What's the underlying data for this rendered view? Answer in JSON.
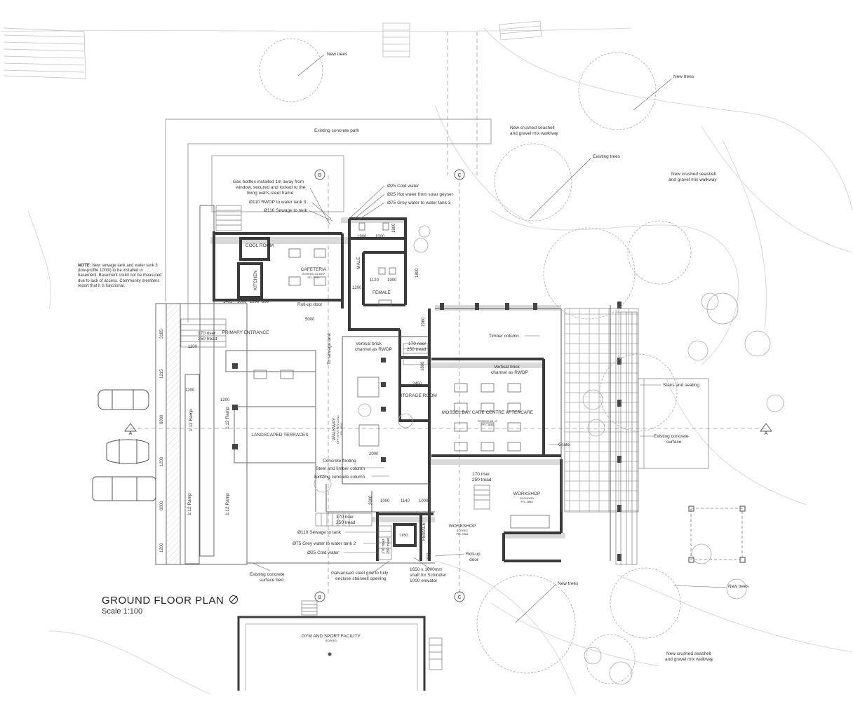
{
  "title": "GROUND FLOOR PLAN",
  "scale": "Scale 1:100",
  "note": {
    "label": "NOTE:",
    "text": "New sewage tank and water tank 3 (low-profile 1000l) to be installed in basement. Basement could not be measured due to lack of access. Community members report that it is functional."
  },
  "rooms": {
    "cafeteria": "CAFETERIA",
    "cafeteria_sub": "SCREED 44.35m²",
    "cafeteria_ffl": "FFL 3553",
    "cool_room": "COOL ROOM",
    "kitchen": "KITCHEN",
    "male": "MALE",
    "female": "FEMALE",
    "female_lower": "FEMALE",
    "primary_entrance": "PRIMARY ENTRANCE",
    "landscaped_terraces": "LANDSCAPED TERRACES",
    "walkway": "WALKWAY",
    "walkway_sub": "OFF-SHUTTER CONC.",
    "walkway_ffl": "FFL 3818",
    "storage_room": "STORAGE ROOM",
    "aftercare": "MOSSEL BAY CARE CENTRE AFTERCARE",
    "aftercare_sub": "SCREED 68 m²",
    "aftercare_ffl": "FFL 3838",
    "workshop_upper": "WORKSHOP",
    "workshop_upper_sub": "PLYWOOD",
    "workshop_upper_ffl": "FFL 3888",
    "workshop_lower": "WORKSHOP",
    "workshop_lower_sub": "SCREED",
    "workshop_lower_ffl": "FFL 2563",
    "gym": "GYM AND SPORT FACILITY",
    "gym_sub": "SCREED"
  },
  "labels": {
    "new_trees_1": "New trees",
    "new_trees_2": "New trees",
    "new_trees_3": "New trees",
    "new_trees_4": "New trees",
    "existing_path": "Existing concrete path",
    "shell_walk_1a": "New crushed seashell",
    "shell_walk_1b": "and gravel mix walkway",
    "shell_walk_2a": "New crushed seashell",
    "shell_walk_2b": "and gravel mix walkway",
    "shell_walk_3a": "New crushed seashell",
    "shell_walk_3b": "and gravel mix walkway",
    "existing_trees": "Existing trees",
    "gas_1": "Gas bottles installed 1m away from",
    "gas_2": "window, secured and locked to the",
    "gas_3": "living wall's steel frame",
    "rwdp": "Ø110 RWDP to water tank 3",
    "sewage_top": "Ø110 Sewage to tank",
    "cold_top": "Ø25 Cold water",
    "hot_top": "Ø25 Hot water from solar geyser",
    "grey_top": "Ø75 Grey water to water tank 3",
    "rollup_top": "Roll-up door",
    "riser_left_1": "170 riser",
    "riser_left_2": "250 tread",
    "riser_mid_1": "170 riser",
    "riser_mid_2": "250 tread",
    "riser_work_1": "170 riser",
    "riser_work_2": "250 tread",
    "riser_bot_1": "170 riser",
    "riser_bot_2": "250 tread",
    "brick_1a": "Vertical brick",
    "brick_1b": "channel as RWDP",
    "brick_2a": "Vertical brick",
    "brick_2b": "channel as RWDP",
    "to_sewage": "To sewage tank",
    "timber_column": "Timber column",
    "stairs_seating": "Stairs and seating",
    "existing_surface_1": "Existing concrete",
    "existing_surface_2": "surface",
    "grate": "Grate",
    "concrete_footing": "Concrete footing",
    "steel_timber": "Steel and timber column",
    "existing_column": "Existing concrete column",
    "sewage_bot": "Ø110 Sewage to tank",
    "grey_bot": "Ø75 Grey water to water tank 2",
    "cold_bot": "Ø25 Cold water",
    "surface_bed_1": "Existing concrete",
    "surface_bed_2": "surface bed",
    "grid_1": "Galvanised steel grid to fully",
    "grid_2": "enclose stairwell opening",
    "shaft_1": "1650 x 1600mm",
    "shaft_2": "shaft for Schindler",
    "shaft_3": "1000 elevator",
    "rollup_bot_1": "Roll-up",
    "rollup_bot_2": "door",
    "ramp_1": "1:12 Ramp",
    "ramp_2": "1:12 Ramp",
    "ramp_3": "1:12 Ramp",
    "ramp_4": "1:12 Ramp",
    "stair_riser_v": "170 riser",
    "stair_tread_v": "250 tread"
  },
  "section_markers": {
    "a_left": "A",
    "a_right": "A",
    "b_top": "B",
    "b_bottom": "B",
    "c_top": "C",
    "c_bottom": "C"
  },
  "dimensions": {
    "d1900a": "1900",
    "d1000a": "1000",
    "d1800a": "1800",
    "d1800b": "1800",
    "d1120": "1120",
    "d1900b": "1900",
    "d1200a": "1200",
    "d1405": "1405",
    "d1000b": "1000",
    "d1200b": "1200",
    "d600": "600",
    "d5000": "5000",
    "d1960": "1960",
    "d1100": "1100",
    "d3185": "3185",
    "d1215": "1215",
    "d6000a": "6000",
    "d1200c": "1200",
    "d6000b": "6000",
    "d1200d": "1200",
    "d1200e": "1200",
    "d1200f": "1200",
    "d1800c": "1800",
    "d2450": "2450",
    "d2000a": "2000",
    "d2000b": "2000",
    "d1000c": "1000",
    "d1140": "1140",
    "d1000d": "1000",
    "d1650": "1650",
    "d1600": "1600"
  },
  "colors": {
    "wall": "#3a3a3a",
    "wall_shadow": "#cfcfcf",
    "line": "#555555",
    "faint": "#c8c8c8",
    "tree": "#9a9a9a"
  }
}
